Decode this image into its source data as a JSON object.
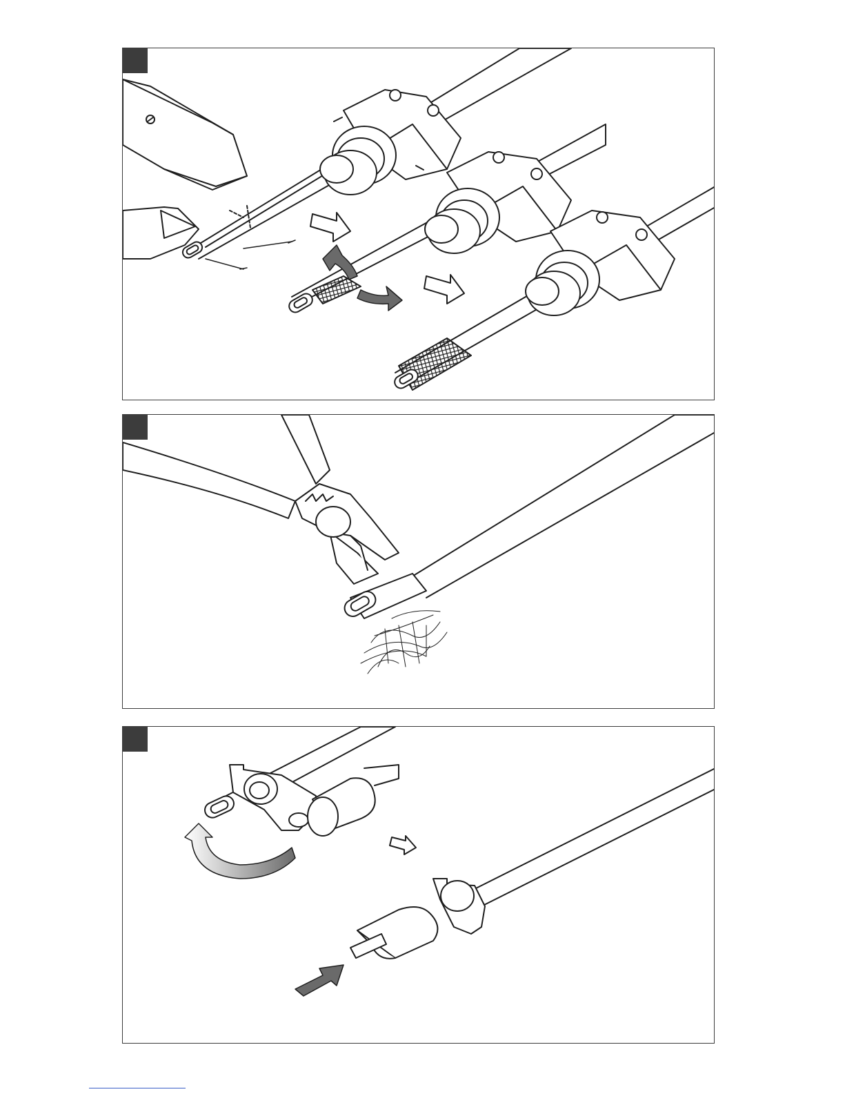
{
  "panels": [
    {
      "id": "panel-strip-cable",
      "step_label": ""
    },
    {
      "id": "panel-cut-braid",
      "step_label": ""
    },
    {
      "id": "panel-fit-end-seal",
      "step_label": ""
    }
  ],
  "colors": {
    "outline": "#1e1e1e",
    "step_marker": "#3c3c3c",
    "arrow_gray": "#6a6a6a",
    "footer_rule": "#3a5fc8"
  }
}
